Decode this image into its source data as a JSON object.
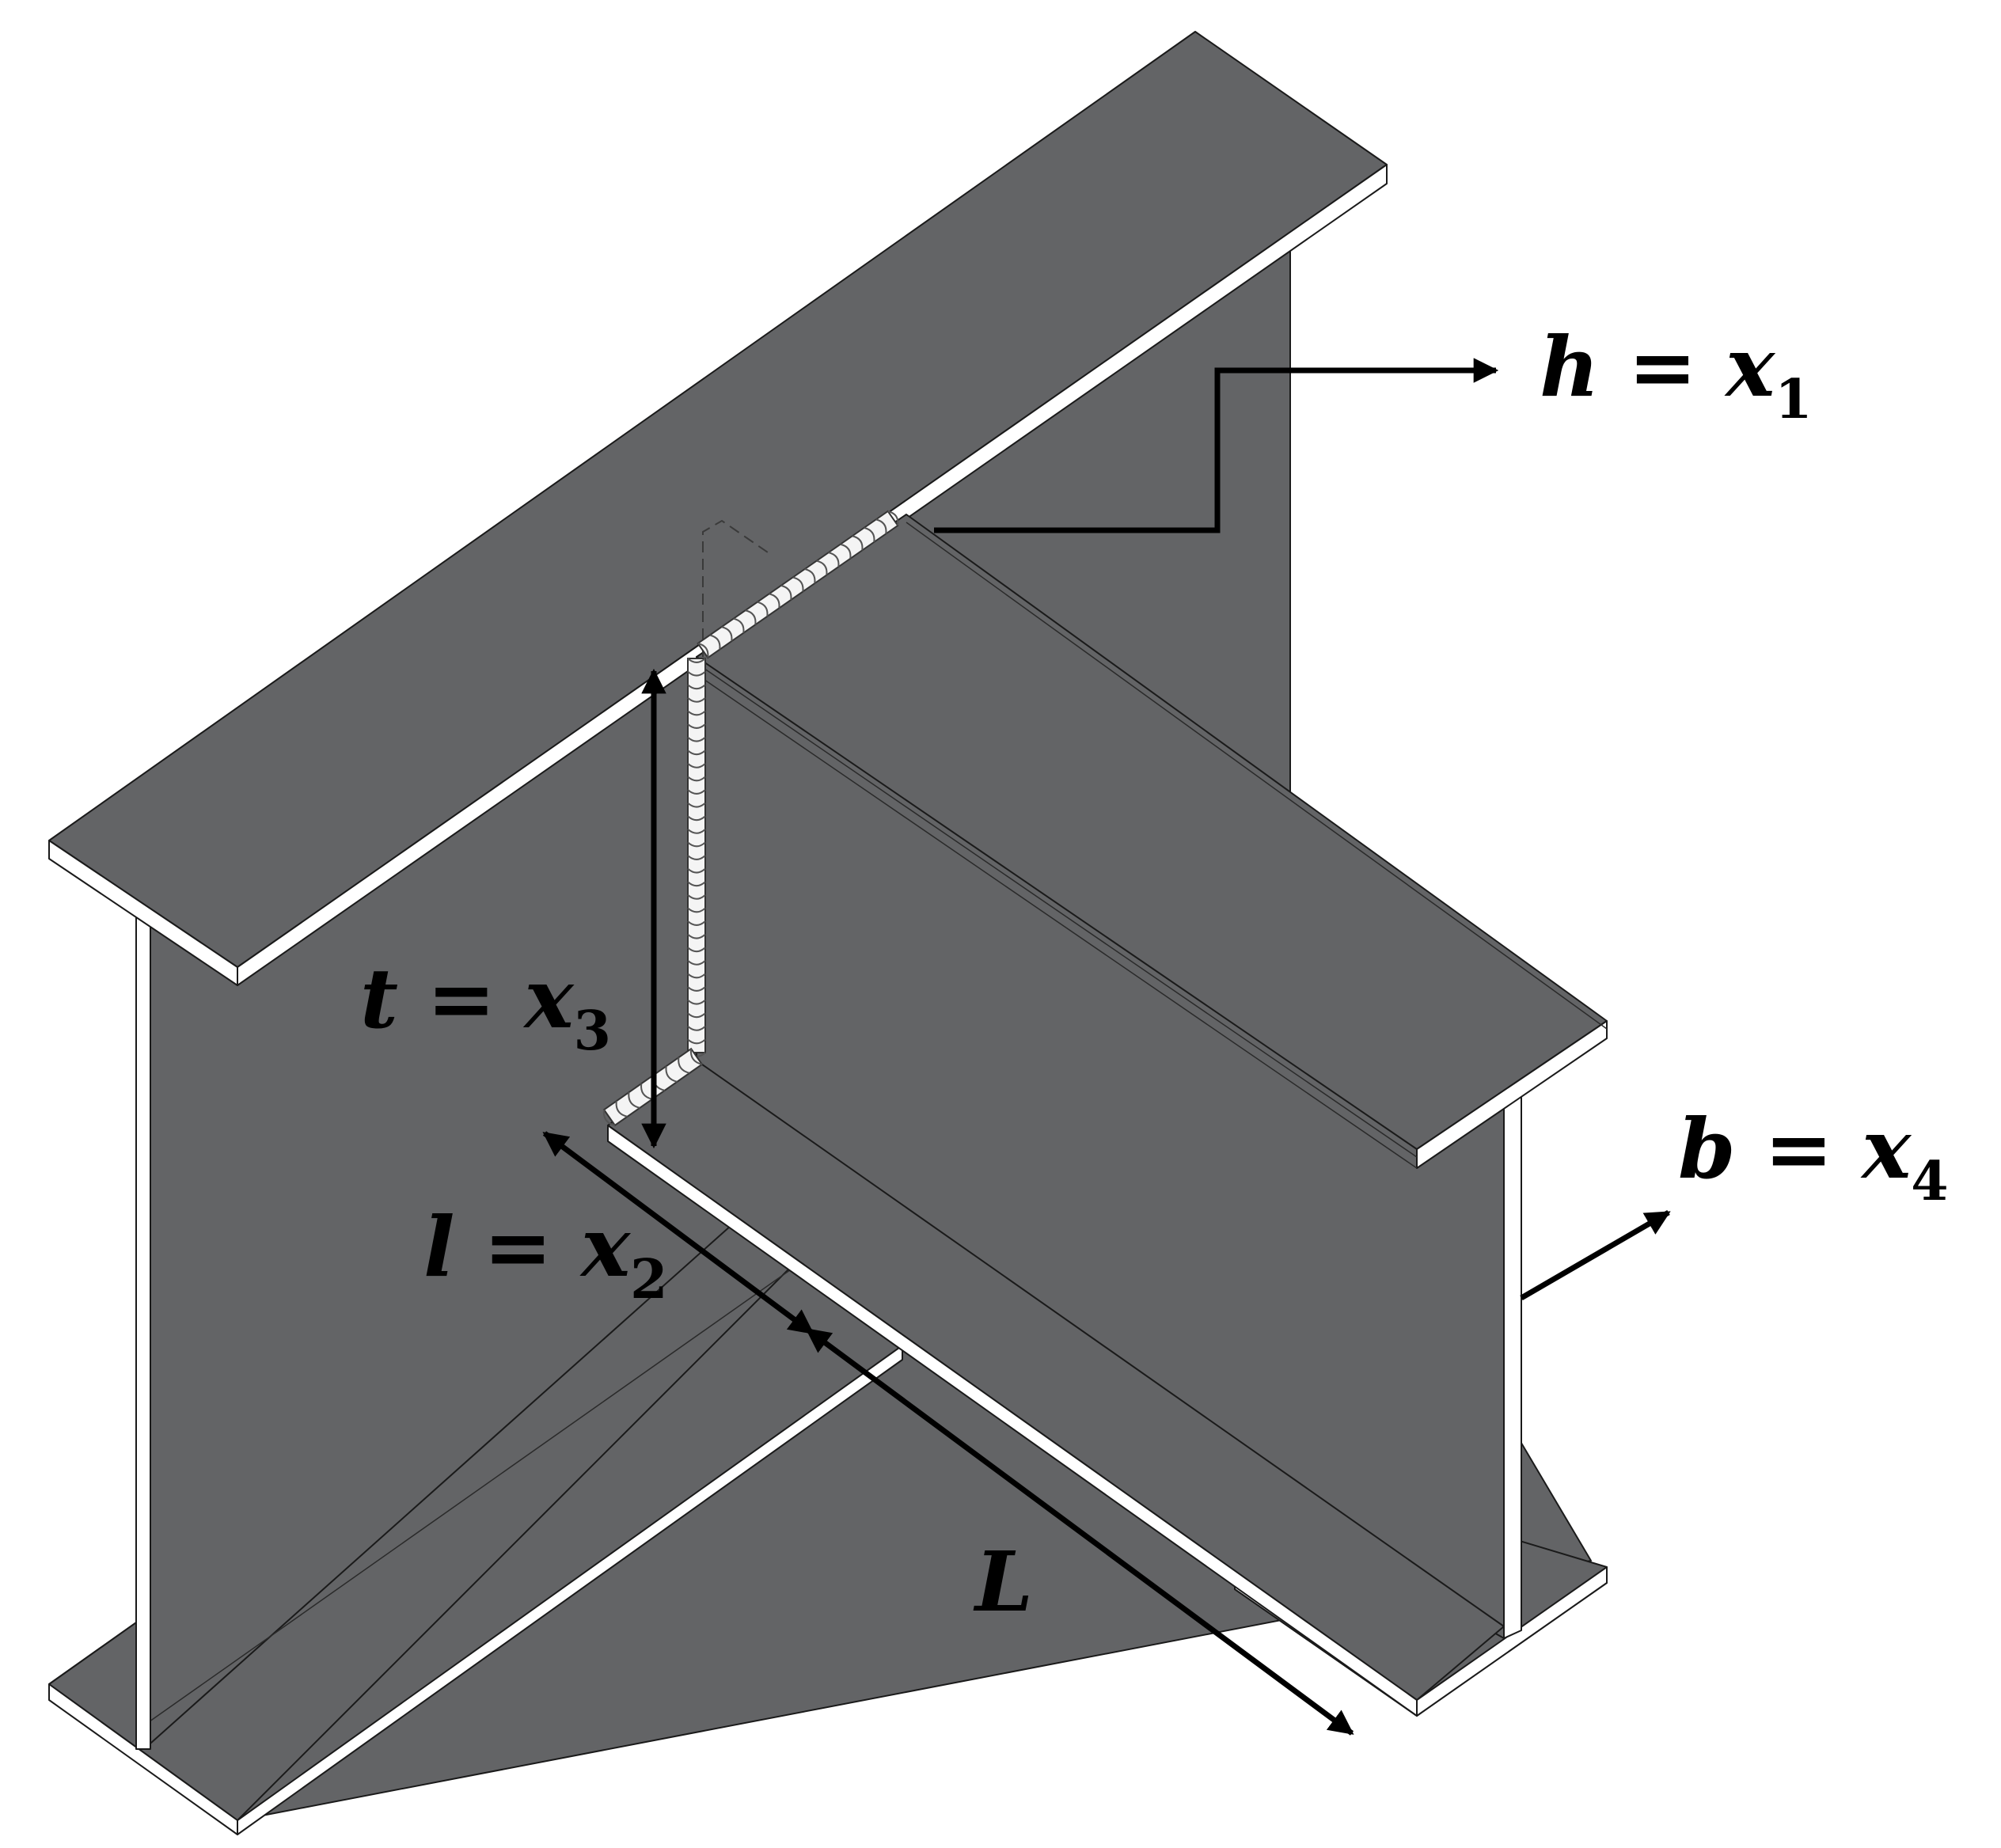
{
  "labels": {
    "h": {
      "var": "h",
      "eq": " = ",
      "sym": "x",
      "sub": "1"
    },
    "l": {
      "var": "l",
      "eq": " = ",
      "sym": "x",
      "sub": "2"
    },
    "t": {
      "var": "t",
      "eq": " = ",
      "sym": "x",
      "sub": "3"
    },
    "b": {
      "var": "b",
      "eq": " = ",
      "sym": "x",
      "sub": "4"
    },
    "L": {
      "var": "L"
    }
  },
  "colors": {
    "steel": "#636466",
    "edge": "#ffffff",
    "outline": "#1a1a1a",
    "annotation": "#000000",
    "background": "#ffffff"
  }
}
